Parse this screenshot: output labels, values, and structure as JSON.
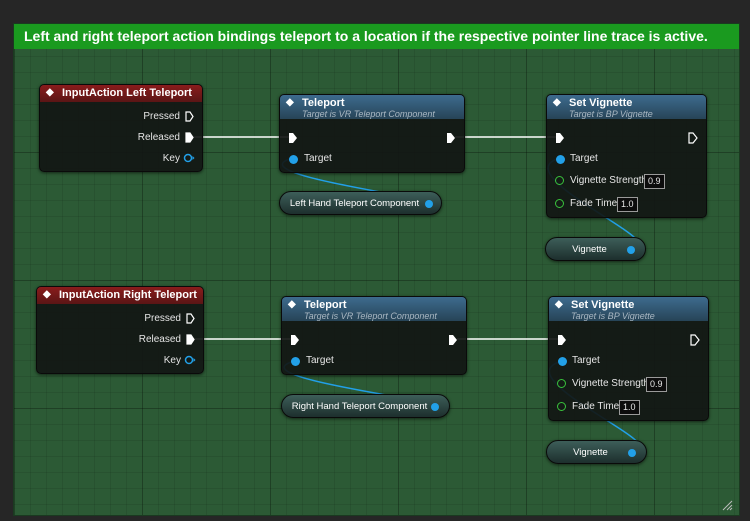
{
  "comment": {
    "title": "Left and right teleport action bindings teleport to a location if the respective pointer line trace is active.",
    "color": "#1a9a1f"
  },
  "rows": [
    {
      "input_action": {
        "title": "InputAction Left Teleport",
        "pins": [
          "Pressed",
          "Released",
          "Key"
        ]
      },
      "teleport": {
        "title": "Teleport",
        "subtitle": "Target is VR Teleport Component",
        "target_label": "Target"
      },
      "teleport_component": {
        "label": "Left Hand Teleport Component"
      },
      "set_vignette": {
        "title": "Set Vignette",
        "subtitle": "Target is BP Vignette",
        "target_label": "Target",
        "strength_label": "Vignette Strength",
        "strength_value": "0.9",
        "fade_label": "Fade Time",
        "fade_value": "1.0"
      },
      "vignette_var": {
        "label": "Vignette"
      }
    },
    {
      "input_action": {
        "title": "InputAction Right Teleport",
        "pins": [
          "Pressed",
          "Released",
          "Key"
        ]
      },
      "teleport": {
        "title": "Teleport",
        "subtitle": "Target is VR Teleport Component",
        "target_label": "Target"
      },
      "teleport_component": {
        "label": "Right Hand Teleport Component"
      },
      "set_vignette": {
        "title": "Set Vignette",
        "subtitle": "Target is BP Vignette",
        "target_label": "Target",
        "strength_label": "Vignette Strength",
        "strength_value": "0.9",
        "fade_label": "Fade Time",
        "fade_value": "1.0"
      },
      "vignette_var": {
        "label": "Vignette"
      }
    }
  ],
  "colors": {
    "object_pin": "#22a0e8",
    "float_pin": "#39c23c",
    "exec_pin": "#ffffff",
    "input_header": "#8a1c1c",
    "function_header": "#3d6b8e"
  }
}
